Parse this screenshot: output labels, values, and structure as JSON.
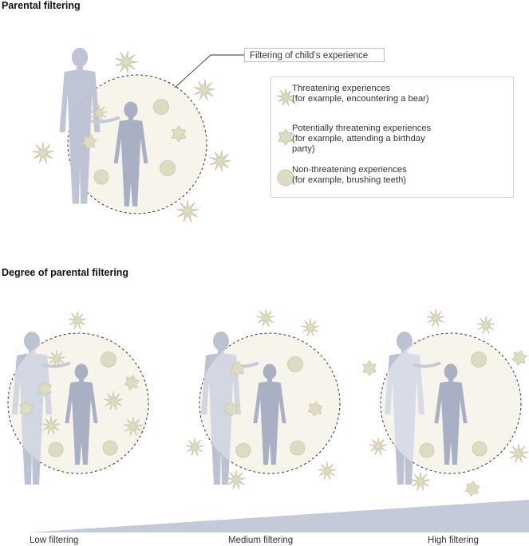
{
  "colors": {
    "adult": "#bcc2d2",
    "child": "#a9b0c3",
    "filter_fill": "#f7f4ec",
    "experience": "#dedbc3",
    "experience_stroke": "#c9c5a6",
    "gradient": "#c4cad8"
  },
  "panel_top": {
    "title": "Parental filtering",
    "callout": "Filtering of child’s experience"
  },
  "legend": [
    {
      "icon": "threat-spiky-icon",
      "line1": "Threatening experiences",
      "line2": "(for example, encountering a bear)",
      "line3": ""
    },
    {
      "icon": "potential-threat-star-icon",
      "line1": "Potentially threatening experiences",
      "line2": "(for example, attending a birthday",
      "line3": "party)"
    },
    {
      "icon": "non-threat-circle-icon",
      "line1": "Non-threatening experiences",
      "line2": "(for example, brushing teeth)",
      "line3": ""
    }
  ],
  "panel_bottom": {
    "title": "Degree of parental filtering",
    "labels": {
      "low": "Low filtering",
      "medium": "Medium filtering",
      "high": "High filtering"
    }
  }
}
